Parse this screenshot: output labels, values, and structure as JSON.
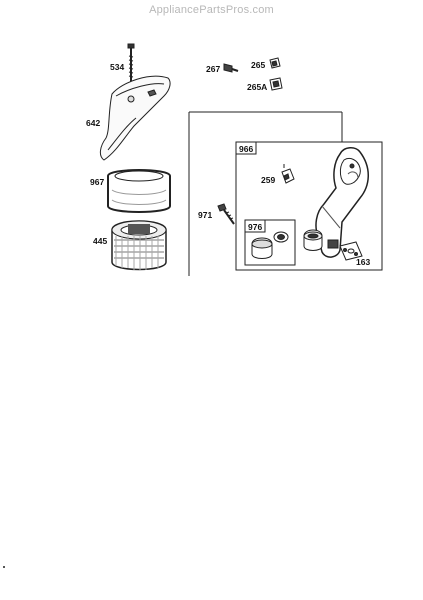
{
  "watermark": "AppliancePartsPros.com",
  "parts": {
    "p534": "534",
    "p642": "642",
    "p967": "967",
    "p445": "445",
    "p267": "267",
    "p265": "265",
    "p265a": "265A",
    "p966": "966",
    "p259": "259",
    "p971": "971",
    "p976": "976",
    "p163": "163"
  }
}
